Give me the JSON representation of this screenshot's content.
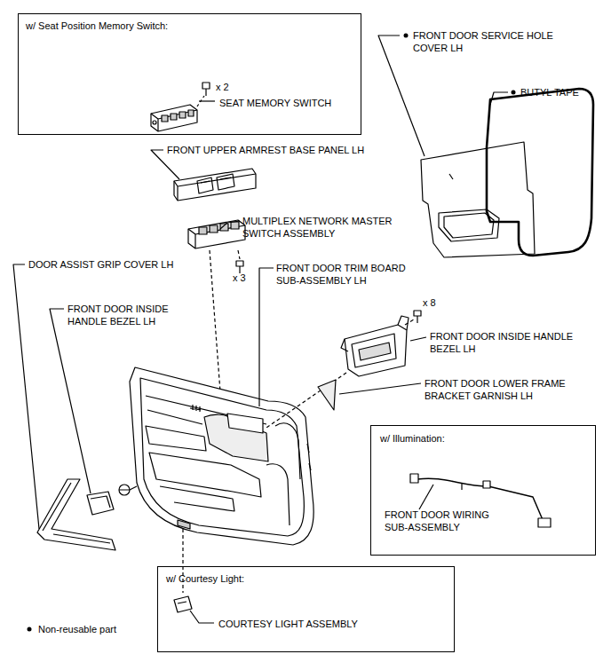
{
  "diagram": {
    "nodes": [
      {
        "text": [
          "w/ Seat Position Memory Switch:",
          "x 2",
          "SEAT MEMORY SWITCH"
        ]
      },
      {
        "text": [
          "w/ Illumination:",
          "FRONT DOOR WIRING SUB-ASSEMBLY"
        ]
      },
      {
        "text": [
          "w/ Courtesy Light:",
          "COURTESY LIGHT ASSEMBLY"
        ]
      }
    ],
    "edges": [],
    "labels": [
      "FRONT DOOR SERVICE HOLE COVER LH",
      "BUTYL TAPE",
      "FRONT UPPER ARMREST BASE PANEL LH",
      "MULTIPLEX NETWORK MASTER SWITCH ASSEMBLY",
      "x 3",
      "DOOR ASSIST GRIP COVER LH",
      "FRONT DOOR TRIM BOARD SUB-ASSEMBLY LH",
      "FRONT DOOR INSIDE HANDLE BEZEL LH",
      "x 8",
      "FRONT DOOR INSIDE HANDLE BEZEL LH",
      "FRONT DOOR LOWER FRAME BRACKET GARNISH LH"
    ],
    "legend": [
      {
        "text": "Non-reusable part"
      }
    ]
  }
}
